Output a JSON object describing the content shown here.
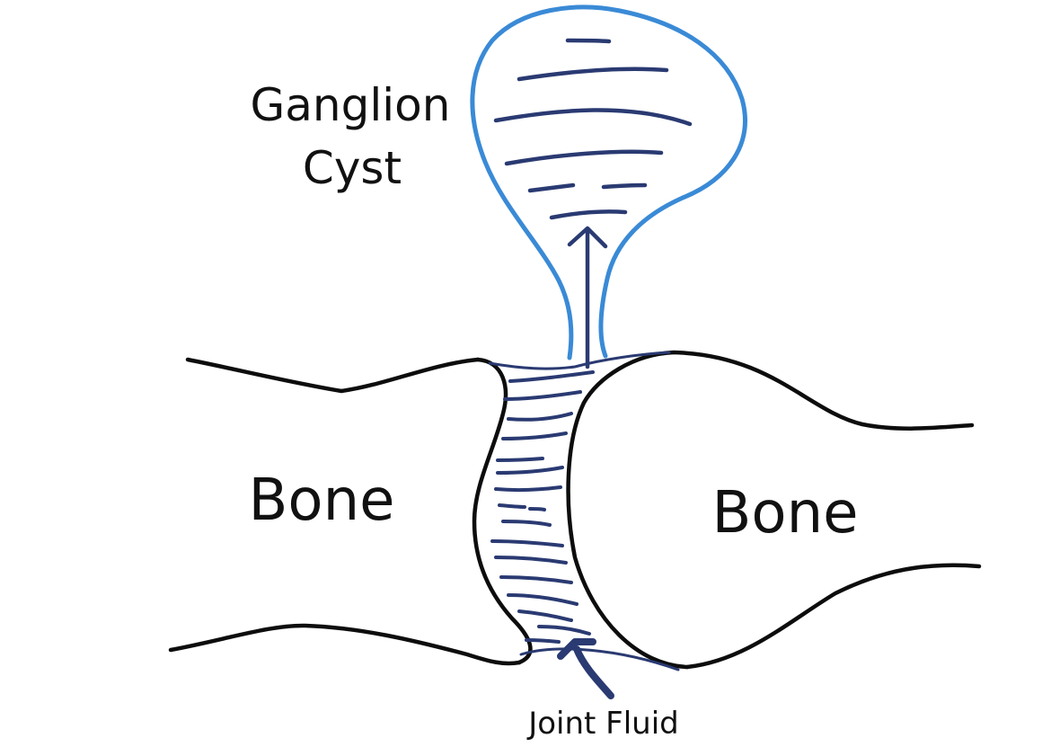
{
  "labels": {
    "cyst_line1": "Ganglion",
    "cyst_line2": "Cyst",
    "bone_left": "Bone",
    "bone_right": "Bone",
    "joint_fluid": "Joint Fluid"
  },
  "colors": {
    "bone_outline": "#0d0d0d",
    "cyst_outline": "#3a8ad6",
    "fluid_stroke": "#2a3a72",
    "text": "#111111"
  }
}
